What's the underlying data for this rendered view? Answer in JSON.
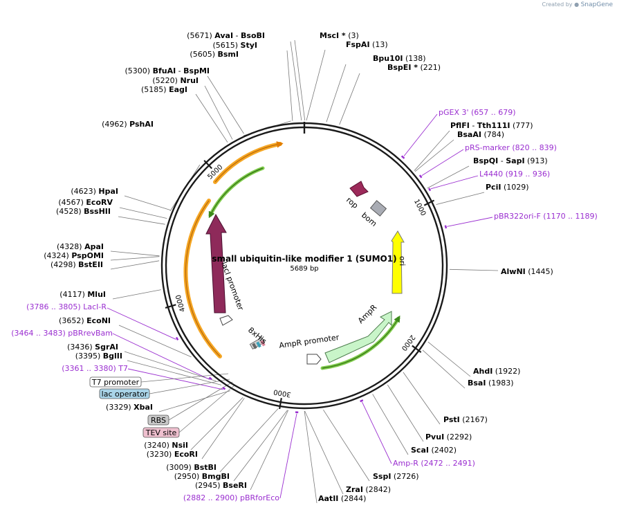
{
  "plasmid": {
    "name": "small ubiquitin-like modifier 1 (SUMO1)",
    "length_label": "5689 bp",
    "length": 5689
  },
  "credit": {
    "prefix": "Created by",
    "brand": "SnapGene"
  },
  "ticks": [
    {
      "bp": 1000,
      "label": "1000"
    },
    {
      "bp": 2000,
      "label": "2000"
    },
    {
      "bp": 3000,
      "label": "3000"
    },
    {
      "bp": 4000,
      "label": "4000"
    },
    {
      "bp": 5000,
      "label": "5000"
    }
  ],
  "sites": [
    {
      "pos": "(5671)",
      "name": "AvaI",
      "name2": "BsoBI",
      "bp": 5671
    },
    {
      "pos": "(5615)",
      "name": "StyI",
      "bp": 5615
    },
    {
      "pos": "(5605)",
      "name": "BsmI",
      "bp": 5605
    },
    {
      "pos": "(5300)",
      "name": "BfuAI",
      "name2": "BspMI",
      "bp": 5300
    },
    {
      "pos": "(5220)",
      "name": "NruI",
      "bp": 5220
    },
    {
      "pos": "(5185)",
      "name": "EagI",
      "bp": 5185
    },
    {
      "pos": "(4962)",
      "name": "PshAI",
      "bp": 4962
    },
    {
      "pos": "(4623)",
      "name": "HpaI",
      "bp": 4623
    },
    {
      "pos": "(4567)",
      "name": "EcoRV",
      "bp": 4567
    },
    {
      "pos": "(4528)",
      "name": "BssHII",
      "bp": 4528
    },
    {
      "pos": "(4328)",
      "name": "ApaI",
      "bp": 4328
    },
    {
      "pos": "(4324)",
      "name": "PspOMI",
      "bp": 4324
    },
    {
      "pos": "(4298)",
      "name": "BstEII",
      "bp": 4298
    },
    {
      "pos": "(4117)",
      "name": "MluI",
      "bp": 4117
    },
    {
      "pos": "(3652)",
      "name": "EcoNI",
      "bp": 3652
    },
    {
      "pos": "(3436)",
      "name": "SgrAI",
      "bp": 3436
    },
    {
      "pos": "(3395)",
      "name": "BglII",
      "bp": 3395
    },
    {
      "pos": "(3329)",
      "name": "XbaI",
      "bp": 3329
    },
    {
      "pos": "(3240)",
      "name": "NsiI",
      "bp": 3240
    },
    {
      "pos": "(3230)",
      "name": "EcoRI",
      "bp": 3230
    },
    {
      "pos": "(3009)",
      "name": "BstBI",
      "bp": 3009
    },
    {
      "pos": "(2950)",
      "name": "BmgBI",
      "bp": 2950
    },
    {
      "pos": "(2945)",
      "name": "BseRI",
      "bp": 2945
    },
    {
      "pos": "(3)",
      "name": "MscI *",
      "bp": 3
    },
    {
      "pos": "(13)",
      "name": "FspAI",
      "bp": 13
    },
    {
      "pos": "(138)",
      "name": "Bpu10I",
      "bp": 138
    },
    {
      "pos": "(221)",
      "name": "BspEI *",
      "bp": 221
    },
    {
      "pos": "(777)",
      "name": "PflFI",
      "name2": "Tth111I",
      "bp": 777
    },
    {
      "pos": "(784)",
      "name": "BsaAI",
      "bp": 784
    },
    {
      "pos": "(913)",
      "name": "BspQI",
      "name2": "SapI",
      "bp": 913
    },
    {
      "pos": "(1029)",
      "name": "PciI",
      "bp": 1029
    },
    {
      "pos": "(1445)",
      "name": "AlwNI",
      "bp": 1445
    },
    {
      "pos": "(1922)",
      "name": "AhdI",
      "bp": 1922
    },
    {
      "pos": "(1983)",
      "name": "BsaI",
      "bp": 1983
    },
    {
      "pos": "(2167)",
      "name": "PstI",
      "bp": 2167
    },
    {
      "pos": "(2292)",
      "name": "PvuI",
      "bp": 2292
    },
    {
      "pos": "(2402)",
      "name": "ScaI",
      "bp": 2402
    },
    {
      "pos": "(2726)",
      "name": "SspI",
      "bp": 2726
    },
    {
      "pos": "(2842)",
      "name": "ZraI",
      "bp": 2842
    },
    {
      "pos": "(2844)",
      "name": "AatII",
      "bp": 2844
    }
  ],
  "primers": [
    {
      "label": "pGEX 3'",
      "range": "(657 .. 679)",
      "start": 657,
      "end": 679
    },
    {
      "label": "pRS-marker",
      "range": "(820 .. 839)",
      "start": 820,
      "end": 839
    },
    {
      "label": "L4440",
      "range": "(919 .. 936)",
      "start": 919,
      "end": 936
    },
    {
      "label": "pBR322ori-F",
      "range": "(1170 .. 1189)",
      "start": 1170,
      "end": 1189
    },
    {
      "label": "Amp-R",
      "range": "(2472 .. 2491)",
      "start": 2472,
      "end": 2491
    },
    {
      "label": "pBRforEco",
      "range": "(2882 .. 2900)",
      "start": 2882,
      "end": 2900
    },
    {
      "label": "LacI-R",
      "range": "(3786 .. 3805)",
      "start": 3786,
      "end": 3805
    },
    {
      "label": "pBRrevBam",
      "range": "(3464 .. 3483)",
      "start": 3464,
      "end": 3483
    },
    {
      "label": "T7",
      "range": "(3361 .. 3380)",
      "start": 3361,
      "end": 3380
    }
  ],
  "boxed_features": [
    {
      "label": "T7 promoter",
      "color": "#ffffff"
    },
    {
      "label": "lac operator",
      "color": "#a9d4e8"
    },
    {
      "label": "RBS",
      "color": "#c8c8c8"
    },
    {
      "label": "TEV site",
      "color": "#efc0cf"
    }
  ],
  "features": [
    {
      "label": "rop",
      "color": "#9c2a5a"
    },
    {
      "label": "bom",
      "color": "#a9acb4"
    },
    {
      "label": "ori",
      "color": "#ffff00"
    },
    {
      "label": "AmpR",
      "color": "#c9f5c9"
    },
    {
      "label": "AmpR promoter",
      "color": "#ffffff"
    },
    {
      "label": "lacI",
      "color": "#8e2a5a"
    },
    {
      "label": "lacI promoter",
      "color": "#ffffff"
    },
    {
      "label": "8xHis",
      "color": "#666666"
    }
  ],
  "colors": {
    "backbone": "#1a1a1a",
    "primer": "#9a2ed0",
    "orf_orange": "#f5a623",
    "orf_green": "#5aaa2a",
    "line": "#777777"
  }
}
